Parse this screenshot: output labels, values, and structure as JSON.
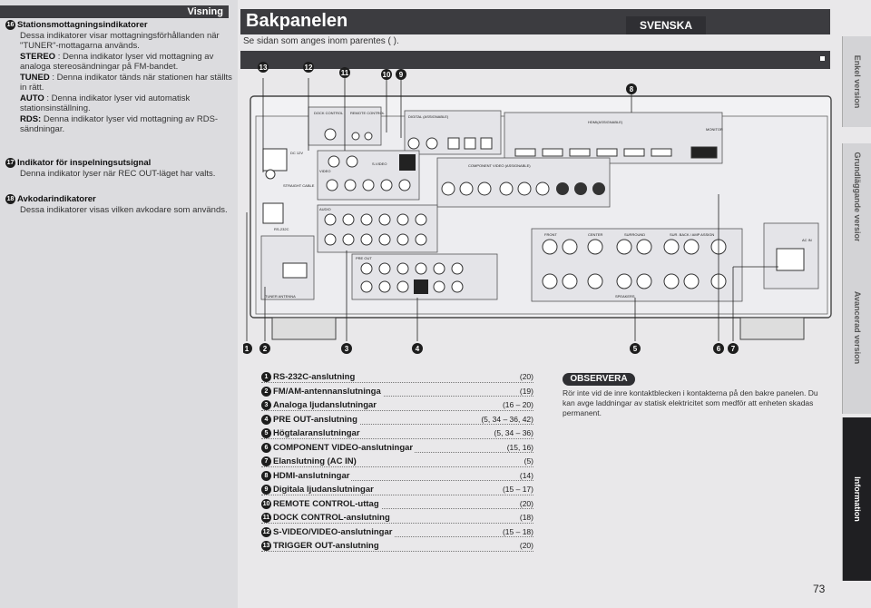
{
  "header": {
    "title": "Bakpanelen",
    "subtitle": "Se sidan som anges inom parentes ( ).",
    "language": "SVENSKA",
    "visning": "Visning"
  },
  "left_sections": [
    {
      "num": "16",
      "title": "Stationsmottagningsindikatorer",
      "body": "Dessa indikatorer visar mottagningsförhållanden när \"TUNER\"-mottagarna används.",
      "items": [
        {
          "term": "STEREO",
          "text": ": Denna indikator lyser vid mottagning av analoga stereosändningar på FM-bandet."
        },
        {
          "term": "TUNED",
          "text": ": Denna indikator tänds när stationen har ställts in rätt."
        },
        {
          "term": "AUTO",
          "text": ": Denna indikator lyser vid automatisk stationsinställning."
        },
        {
          "term": "RDS:",
          "text": "Denna indikator lyser vid mottagning av RDS-sändningar."
        }
      ]
    },
    {
      "num": "17",
      "title": "Indikator för inspelningsutsignal",
      "body": "Denna indikator lyser när REC OUT-läget har valts."
    },
    {
      "num": "18",
      "title": "Avkodarindikatorer",
      "body": "Dessa indikatorer visas vilken avkodare som används."
    }
  ],
  "callouts": [
    "1",
    "2",
    "3",
    "4",
    "5",
    "6",
    "7",
    "8",
    "9",
    "10",
    "11",
    "12",
    "13"
  ],
  "legend": [
    {
      "num": "1",
      "label": "RS-232C-anslutning",
      "page": "(20)"
    },
    {
      "num": "2",
      "label": "FM/AM-antennanslutninga",
      "page": "(19)"
    },
    {
      "num": "3",
      "label": "Analoga ljudanslutningar",
      "page": "(16 – 20)"
    },
    {
      "num": "4",
      "label": "PRE OUT-anslutning",
      "page": "(5, 34 – 36, 42)"
    },
    {
      "num": "5",
      "label": "Högtalaranslutningar",
      "page": "(5, 34 – 36)"
    },
    {
      "num": "6",
      "label": "COMPONENT VIDEO-anslutningar",
      "page": "(15, 16)"
    },
    {
      "num": "7",
      "label": "Elanslutning (AC IN)",
      "page": "(5)"
    },
    {
      "num": "8",
      "label": "HDMI-anslutningar",
      "page": "(14)"
    },
    {
      "num": "9",
      "label": "Digitala ljudanslutningar",
      "page": "(15 – 17)"
    },
    {
      "num": "10",
      "label": "REMOTE CONTROL-uttag",
      "page": "(20)"
    },
    {
      "num": "11",
      "label": "DOCK CONTROL-anslutning",
      "page": "(18)"
    },
    {
      "num": "12",
      "label": "S-VIDEO/VIDEO-anslutningar",
      "page": "(15 – 18)"
    },
    {
      "num": "13",
      "label": "TRIGGER OUT-anslutning",
      "page": "(20)"
    }
  ],
  "observera": {
    "title": "OBSERVERA",
    "text": "Rör inte vid de inre kontaktblecken i kontakterna på den bakre panelen. Du kan avge laddningar av statisk elektricitet som medför att enheten skadas permanent."
  },
  "tabs": [
    "Enkel version",
    "Grundläggande version",
    "Avancerad version",
    "Information"
  ],
  "page_number": "73",
  "panel_labels": {
    "dock": "DOCK CONTROL",
    "remote": "REMOTE CONTROL",
    "digital": "DIGITAL (ASSIGNABLE)",
    "hdmi": "HDMI(ASSIGNABLE)",
    "component": "COMPONENT VIDEO (ASSIGNABLE)",
    "speakers": "SPEAKERS",
    "acin": "AC IN",
    "front": "FRONT",
    "center": "CENTER",
    "surround": "SURROUND",
    "sbr": "SUR. BACK / AMP ASSIGN",
    "monitor": "MONITOR",
    "tuner": "TUNER ANTENNA",
    "rs232": "RS-232C",
    "audio": "AUDIO",
    "video": "VIDEO",
    "svideo": "S-VIDEO",
    "preout": "PRE OUT",
    "straight": "STRAIGHT CABLE"
  }
}
